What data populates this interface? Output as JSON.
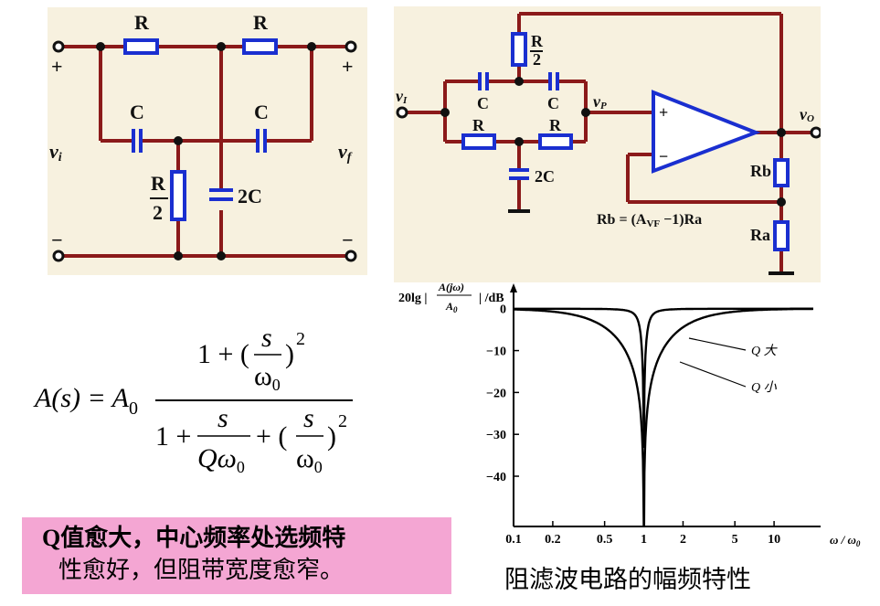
{
  "left_circuit": {
    "labels": {
      "r_top_left": "R",
      "r_top_right": "R",
      "c_left": "C",
      "c_right": "C",
      "r_half_num": "R",
      "r_half_den": "2",
      "cap_2c": "2C",
      "v_in": "v",
      "v_in_sub": "i",
      "v_out": "v",
      "v_out_sub": "f",
      "plus_left": "+",
      "plus_right": "+",
      "minus_left": "−",
      "minus_right": "−"
    },
    "colors": {
      "wire": "#8b1a1a",
      "component": "#1a2fd0",
      "background": "#f7f1df"
    }
  },
  "right_circuit": {
    "labels": {
      "r_half_num": "R",
      "r_half_den": "2",
      "c_left": "C",
      "c_right": "C",
      "r_left": "R",
      "r_right": "R",
      "cap_2c": "2C",
      "v_in": "v",
      "v_in_sub": "I",
      "v_p": "v",
      "v_p_sub": "P",
      "v_out": "v",
      "v_out_sub": "O",
      "opamp_plus": "+",
      "opamp_minus": "−",
      "rb": "Rb",
      "ra": "Ra",
      "rb_formula": "Rb = (A",
      "rb_formula_sub": "VF",
      "rb_formula_end": " −1)Ra"
    }
  },
  "formula": {
    "lhs": "A(s) = A",
    "lhs_sub": "0",
    "num_one": "1 + (",
    "num_s": "s",
    "num_omega": "ω",
    "num_omega_sub": "0",
    "num_close": ")",
    "num_exp": "2",
    "den_one": "1 +",
    "den_s1": "s",
    "den_q": "Qω",
    "den_q_sub": "0",
    "den_plus": "+ (",
    "den_s2": "s",
    "den_omega": "ω",
    "den_omega_sub": "0",
    "den_close": ")",
    "den_exp": "2"
  },
  "note": {
    "q": "Q",
    "line1_rest": "值愈大，中心频率处选频特",
    "line2": "性愈好，但阻带宽度愈窄。"
  },
  "caption": "阻滤波电路的幅频特性",
  "chart_data": {
    "type": "line",
    "ylabel_prefix": "20lg |",
    "ylabel_num": "A(jω)",
    "ylabel_den": "A",
    "ylabel_den_sub": "0",
    "ylabel_suffix": "| /dB",
    "xlabel": "ω / ω",
    "xlabel_sub": "0",
    "x_scale": "log",
    "x_ticks": [
      "0.1",
      "0.2",
      "0.5",
      "1",
      "2",
      "5",
      "10"
    ],
    "x_tick_values": [
      0.1,
      0.2,
      0.5,
      1,
      2,
      5,
      10
    ],
    "y_ticks": [
      "0",
      "−10",
      "−20",
      "−30",
      "−40"
    ],
    "y_tick_values": [
      0,
      -10,
      -20,
      -30,
      -40
    ],
    "xlim": [
      0.1,
      20
    ],
    "ylim": [
      -52,
      3
    ],
    "series": [
      {
        "name": "Q 大",
        "q": 5
      },
      {
        "name": "Q 小",
        "q": 0.5
      }
    ],
    "annotations": [
      "Q 大",
      "Q 小"
    ]
  }
}
